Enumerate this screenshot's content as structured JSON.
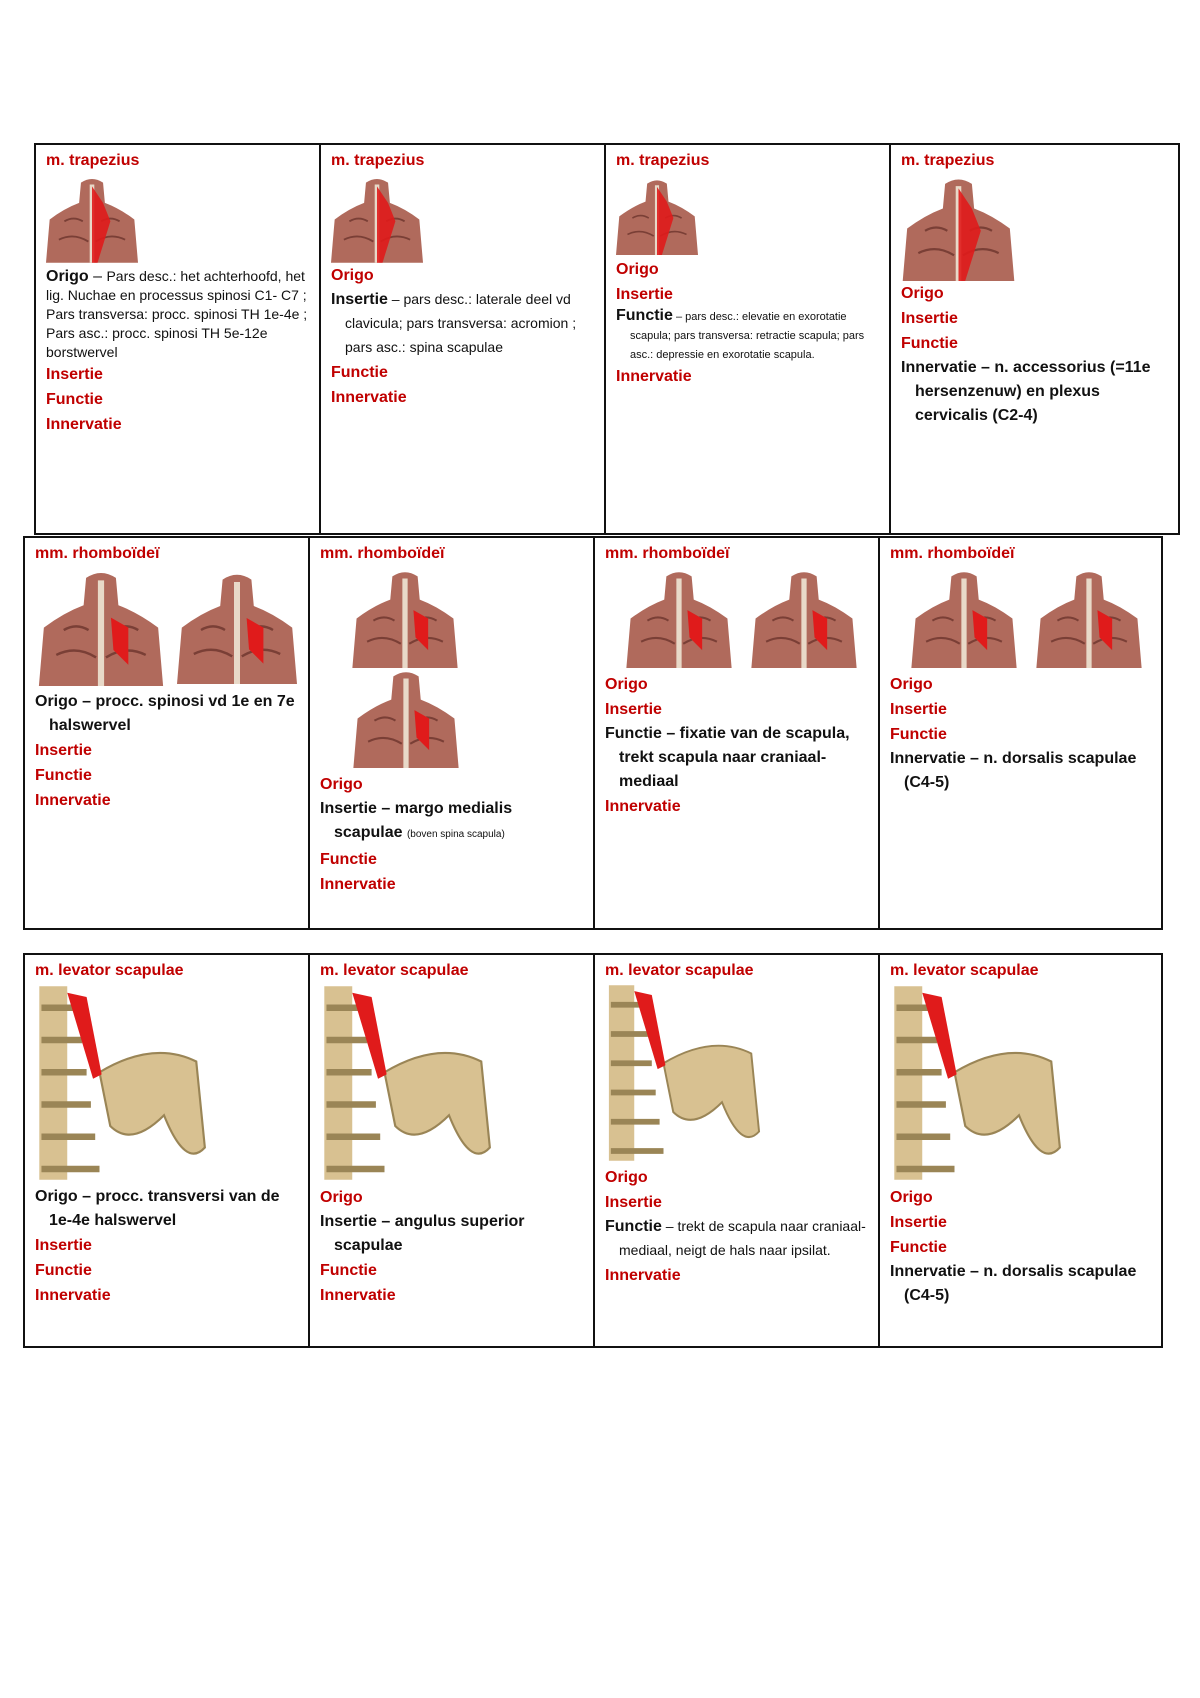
{
  "row1": {
    "title": "m. trapezius",
    "c1": {
      "origo_label": "Origo",
      "origo_dash": " – ",
      "origo_value": "Pars desc.: het achterhoofd, het lig. Nuchae en processus spinosi C1- C7 ; Pars transversa: procc. spinosi TH 1e-4e ; Pars asc.: procc. spinosi TH 5e-12e borstwervel",
      "insertie": "Insertie",
      "functie": "Functie",
      "innervatie": "Innervatie"
    },
    "c2": {
      "origo": "Origo",
      "insertie_label": "Insertie",
      "insertie_value": " – pars desc.: laterale deel vd clavicula; pars transversa: acromion ; pars asc.: spina scapulae",
      "functie": "Functie",
      "innervatie": "Innervatie"
    },
    "c3": {
      "origo": "Origo",
      "insertie": "Insertie",
      "functie_label": "Functie",
      "functie_value": " – pars desc.: elevatie en exorotatie scapula; pars transversa: retractie scapula; pars asc.: depressie en exorotatie scapula.",
      "innervatie": "Innervatie"
    },
    "c4": {
      "origo": "Origo",
      "insertie": "Insertie",
      "functie": "Functie",
      "innervatie_label": "Innervatie",
      "innervatie_value": " – n. accessorius (=11e hersenzenuw) en plexus cervicalis (C2-4)"
    }
  },
  "row2": {
    "title": "mm. rhomboïdeï",
    "c1": {
      "origo_label": "Origo",
      "origo_value": " – procc. spinosi vd 1e en 7e halswervel",
      "insertie": "Insertie",
      "functie": "Functie",
      "innervatie": "Innervatie"
    },
    "c2": {
      "origo": "Origo",
      "insertie_label": "Insertie",
      "insertie_value": " – margo medialis scapulae",
      "insertie_note": "(boven spina scapula)",
      "functie": "Functie",
      "innervatie": "Innervatie"
    },
    "c3": {
      "origo": "Origo",
      "insertie": "Insertie",
      "functie_label": "Functie",
      "functie_value": " – fixatie van de scapula, trekt scapula naar craniaal-mediaal",
      "innervatie": "Innervatie"
    },
    "c4": {
      "origo": "Origo",
      "insertie": "Insertie",
      "functie": "Functie",
      "innervatie_label": "Innervatie",
      "innervatie_value": " – n. dorsalis scapulae (C4-5)"
    }
  },
  "row3": {
    "title": "m. levator scapulae",
    "c1": {
      "origo_label": "Origo",
      "origo_value": " – procc. transversi van de 1e-4e halswervel",
      "insertie": "Insertie",
      "functie": "Functie",
      "innervatie": "Innervatie"
    },
    "c2": {
      "origo": "Origo",
      "insertie_label": "Insertie",
      "insertie_value": " – angulus superior scapulae",
      "functie": "Functie",
      "innervatie": "Innervatie"
    },
    "c3": {
      "origo": "Origo",
      "insertie": "Insertie",
      "functie_label": "Functie",
      "functie_value": " – trekt de scapula naar craniaal-mediaal, neigt de hals naar ipsilat.",
      "innervatie": "Innervatie"
    },
    "c4": {
      "origo": "Origo",
      "insertie": "Insertie",
      "functie": "Functie",
      "innervatie_label": "Innervatie",
      "innervatie_value": " – n. dorsalis scapulae (C4-5)"
    }
  },
  "colors": {
    "label_red": "#c00000",
    "muscle": "#b06a5c",
    "highlight": "#e01b1b",
    "bone": "#d8c191"
  }
}
